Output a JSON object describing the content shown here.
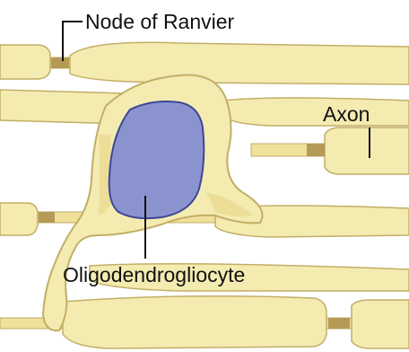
{
  "labels": {
    "node": "Node of Ranvier",
    "axon": "Axon",
    "cell": "Oligodendrogliocyte"
  },
  "colors": {
    "myelin": "#f4ebb1",
    "outline": "#c2ae66",
    "node_band": "#b59a56",
    "nucleus": "#8b93cf",
    "nucleus_edge": "#3b4796",
    "background": "#ffffff"
  }
}
